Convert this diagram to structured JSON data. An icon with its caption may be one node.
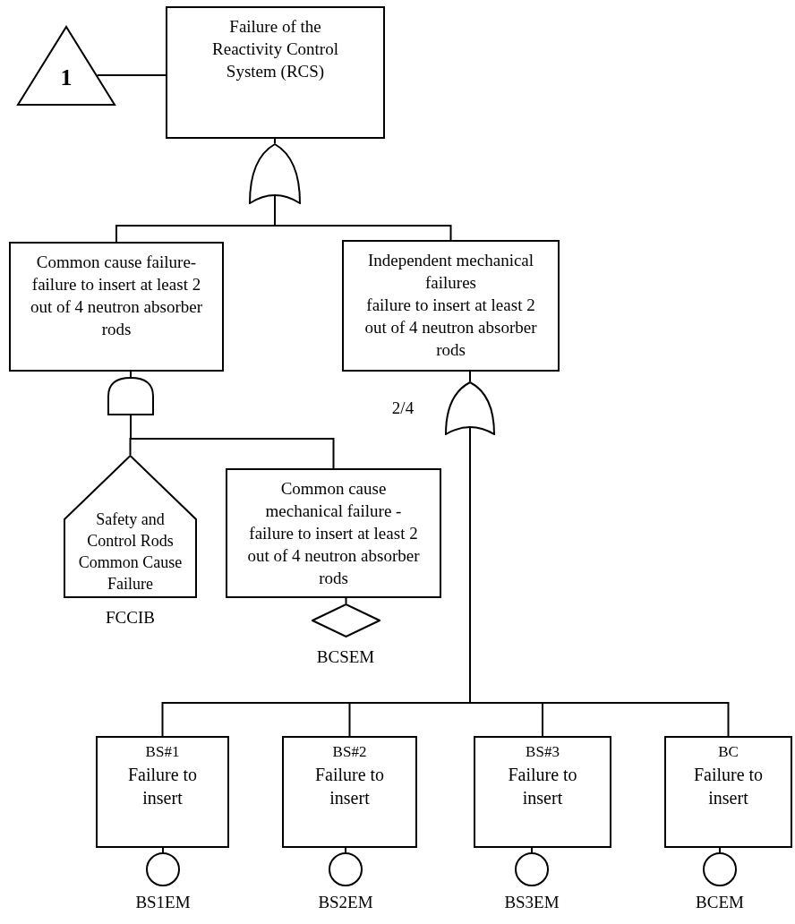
{
  "diagram": {
    "nodes": [
      {
        "text": [
          "1"
        ]
      },
      {
        "text": [
          "Failure of the Reactivity Control System (RCS)"
        ]
      },
      {
        "text": [],
        "shape": "arch"
      },
      {
        "text": [
          "Common cause failure- failure to insert at least 2 out of 4 neutron absorber rods"
        ]
      },
      {
        "text": [
          "Independent mechanical failures",
          "failure to insert at least 2 out of 4 neutron absorber rods"
        ]
      },
      {
        "text": [],
        "shape": "dome"
      },
      {
        "text": [],
        "shape": "arch",
        "beside": [
          "2/4"
        ]
      },
      {
        "text": [
          "Safety and Control Rods Common Cause Failure"
        ],
        "beside": [
          "FCCIB"
        ]
      },
      {
        "text": [
          "Common cause mechanical failure - failure to insert at least 2 out of 4 neutron absorber rods"
        ]
      },
      {
        "text": [],
        "shape": "diamond",
        "beside": [
          "BCSEM"
        ]
      },
      {
        "text": [
          "BS#1",
          "Failure to insert"
        ]
      },
      {
        "text": [
          "BS#2",
          "Failure to insert"
        ]
      },
      {
        "text": [
          "BS#3",
          "Failure to insert"
        ]
      },
      {
        "text": [
          "BC",
          "Failure to insert"
        ]
      },
      {
        "text": [],
        "shape": "circle",
        "beside": [
          "BS1EM"
        ]
      },
      {
        "text": [],
        "shape": "circle",
        "beside": [
          "BS2EM"
        ]
      },
      {
        "text": [],
        "shape": "circle",
        "beside": [
          "BS3EM"
        ]
      },
      {
        "text": [],
        "shape": "circle",
        "beside": [
          "BCEM"
        ]
      }
    ],
    "edges": [
      {
        "from": 0,
        "to": 1,
        "arrow": "none"
      },
      {
        "from": 1,
        "to": 2,
        "arrow": "none"
      },
      {
        "from": 2,
        "to": 3,
        "arrow": "none"
      },
      {
        "from": 2,
        "to": 4,
        "arrow": "none"
      },
      {
        "from": 3,
        "to": 5,
        "arrow": "none"
      },
      {
        "from": 4,
        "to": 6,
        "arrow": "none"
      },
      {
        "from": 5,
        "to": 7,
        "arrow": "none"
      },
      {
        "from": 5,
        "to": 8,
        "arrow": "none"
      },
      {
        "from": 8,
        "to": 9,
        "arrow": "none"
      },
      {
        "from": 6,
        "to": 10,
        "arrow": "none"
      },
      {
        "from": 6,
        "to": 11,
        "arrow": "none"
      },
      {
        "from": 6,
        "to": 12,
        "arrow": "none"
      },
      {
        "from": 6,
        "to": 13,
        "arrow": "none"
      },
      {
        "from": 10,
        "to": 14,
        "arrow": "none"
      },
      {
        "from": 11,
        "to": 15,
        "arrow": "none"
      },
      {
        "from": 12,
        "to": 16,
        "arrow": "none"
      },
      {
        "from": 13,
        "to": 17,
        "arrow": "none"
      }
    ]
  }
}
